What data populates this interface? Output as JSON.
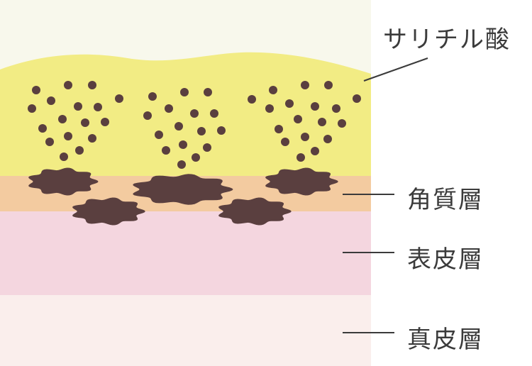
{
  "labels": {
    "salicylic_acid": "サリチル酸",
    "stratum_corneum": "角質層",
    "epidermis": "表皮層",
    "dermis": "真皮層"
  },
  "colors": {
    "background_top": "#f8f8ec",
    "salicylic_layer": "#f2ec84",
    "stratum_corneum": "#f3cba0",
    "epidermis": "#f4d6df",
    "dermis": "#faeeec",
    "particle": "#5a3f3f",
    "plug": "#5a3f3f",
    "line": "#3b3b3b"
  }
}
